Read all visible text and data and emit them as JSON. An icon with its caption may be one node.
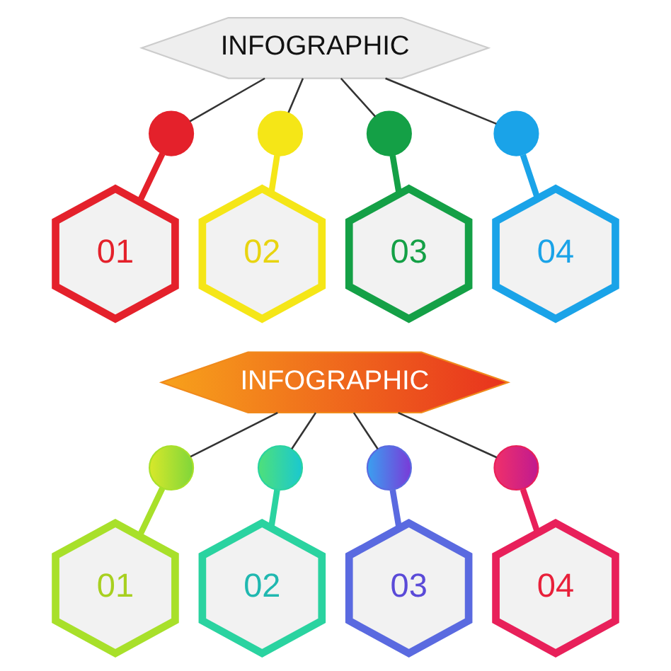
{
  "diagram": {
    "nodes": [
      {
        "text": [
          "INFOGRAPHIC"
        ]
      },
      {
        "text": [],
        "shape": "circle"
      },
      {
        "text": [],
        "shape": "circle"
      },
      {
        "text": [],
        "shape": "circle"
      },
      {
        "text": [],
        "shape": "circle"
      },
      {
        "text": [
          "01"
        ]
      },
      {
        "text": [
          "02"
        ]
      },
      {
        "text": [
          "03"
        ]
      },
      {
        "text": [
          "04"
        ]
      },
      {
        "text": [
          "INFOGRAPHIC"
        ]
      },
      {
        "text": [],
        "shape": "circle"
      },
      {
        "text": [],
        "shape": "circle"
      },
      {
        "text": [],
        "shape": "circle"
      },
      {
        "text": [],
        "shape": "circle"
      },
      {
        "text": [
          "01"
        ]
      },
      {
        "text": [
          "02"
        ]
      },
      {
        "text": [
          "03"
        ]
      },
      {
        "text": [
          "04"
        ]
      }
    ],
    "edges": [
      {
        "from": 0,
        "to": 1,
        "arrow": "none"
      },
      {
        "from": 0,
        "to": 2,
        "arrow": "none"
      },
      {
        "from": 0,
        "to": 3,
        "arrow": "none"
      },
      {
        "from": 0,
        "to": 4,
        "arrow": "none"
      },
      {
        "from": 1,
        "to": 5,
        "arrow": "none",
        "style": "thick",
        "color": "#e4212b"
      },
      {
        "from": 2,
        "to": 6,
        "arrow": "none",
        "style": "thick",
        "color": "#f5e617"
      },
      {
        "from": 3,
        "to": 7,
        "arrow": "none",
        "style": "thick",
        "color": "#14a046"
      },
      {
        "from": 4,
        "to": 8,
        "arrow": "none",
        "style": "thick",
        "color": "#1aa3e8"
      },
      {
        "from": 9,
        "to": 10,
        "arrow": "none"
      },
      {
        "from": 9,
        "to": 11,
        "arrow": "none"
      },
      {
        "from": 9,
        "to": 12,
        "arrow": "none"
      },
      {
        "from": 9,
        "to": 13,
        "arrow": "none"
      },
      {
        "from": 10,
        "to": 14,
        "arrow": "none",
        "style": "thick",
        "color": "#a8e02a"
      },
      {
        "from": 11,
        "to": 15,
        "arrow": "none",
        "style": "thick",
        "color": "#2ad3a0"
      },
      {
        "from": 12,
        "to": 16,
        "arrow": "none",
        "style": "thick",
        "color": "#5a6ae0"
      },
      {
        "from": 13,
        "to": 17,
        "arrow": "none",
        "style": "thick",
        "color": "#e8205a"
      }
    ]
  }
}
